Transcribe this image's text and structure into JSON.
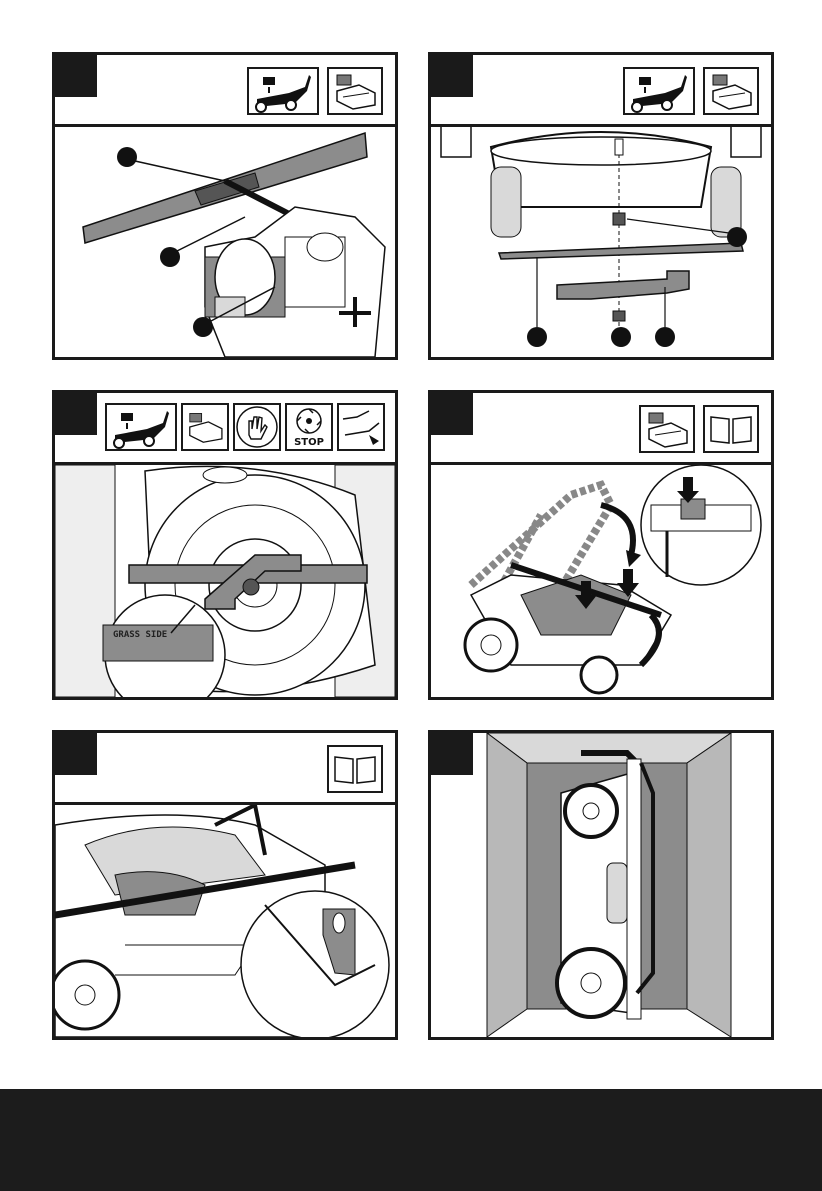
{
  "panels": [
    {
      "id": "blade-vise",
      "icons": [
        "mower-unplug-icon",
        "battery-remove-icon"
      ],
      "callouts": 3
    },
    {
      "id": "blade-exploded",
      "icons": [
        "mower-unplug-icon",
        "battery-remove-icon"
      ],
      "callouts": 4
    },
    {
      "id": "blade-install",
      "icons": [
        "mower-unplug-icon",
        "battery-remove-icon",
        "gloves-icon",
        "blade-stop-icon",
        "cut-hazard-icon"
      ],
      "stop_label": "STOP",
      "blade_label": "GRASS SIDE"
    },
    {
      "id": "handle-fold",
      "icons": [
        "battery-remove-icon",
        "manual-book-icon"
      ]
    },
    {
      "id": "handle-lock",
      "icons": [
        "manual-book-icon"
      ]
    },
    {
      "id": "vertical-storage",
      "icons": []
    }
  ],
  "colors": {
    "ink": "#1a1a1a",
    "gray": "#8c8c8c",
    "light": "#d9d9d9",
    "footer": "#1c1c1c"
  }
}
